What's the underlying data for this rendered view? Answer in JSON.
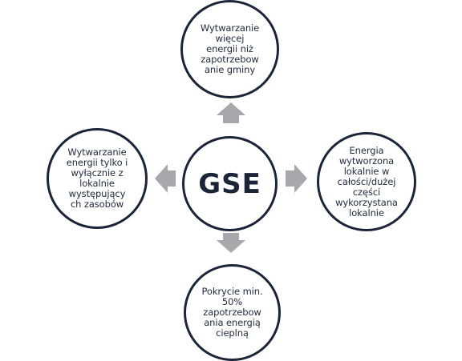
{
  "center": {
    "label": "GSE"
  },
  "nodes": {
    "top": {
      "text": "Wytwarzanie\nwięcej\nenergii niż\nzapotrzebow\nanie gminy"
    },
    "right": {
      "text": "Energia\nwytworzona\nlokalnie w\ncałości/dużej\nczęści\nwykorzystana\nlokalnie"
    },
    "bottom": {
      "text": "Pokrycie min.\n50%\nzapotrzebow\nania energią\ncieplną"
    },
    "left": {
      "text": "Wytwarzanie\nenergii tylko i\nwyłącznie z\nlokalnie\nwystępujący\nch zasobów"
    }
  },
  "colors": {
    "circle_border": "#1c2537",
    "arrow": "#a6a8ab",
    "text": "#1f2a3c"
  },
  "icons": {
    "up": "arrow-up-icon",
    "right": "arrow-right-icon",
    "down": "arrow-down-icon",
    "left": "arrow-left-icon"
  }
}
